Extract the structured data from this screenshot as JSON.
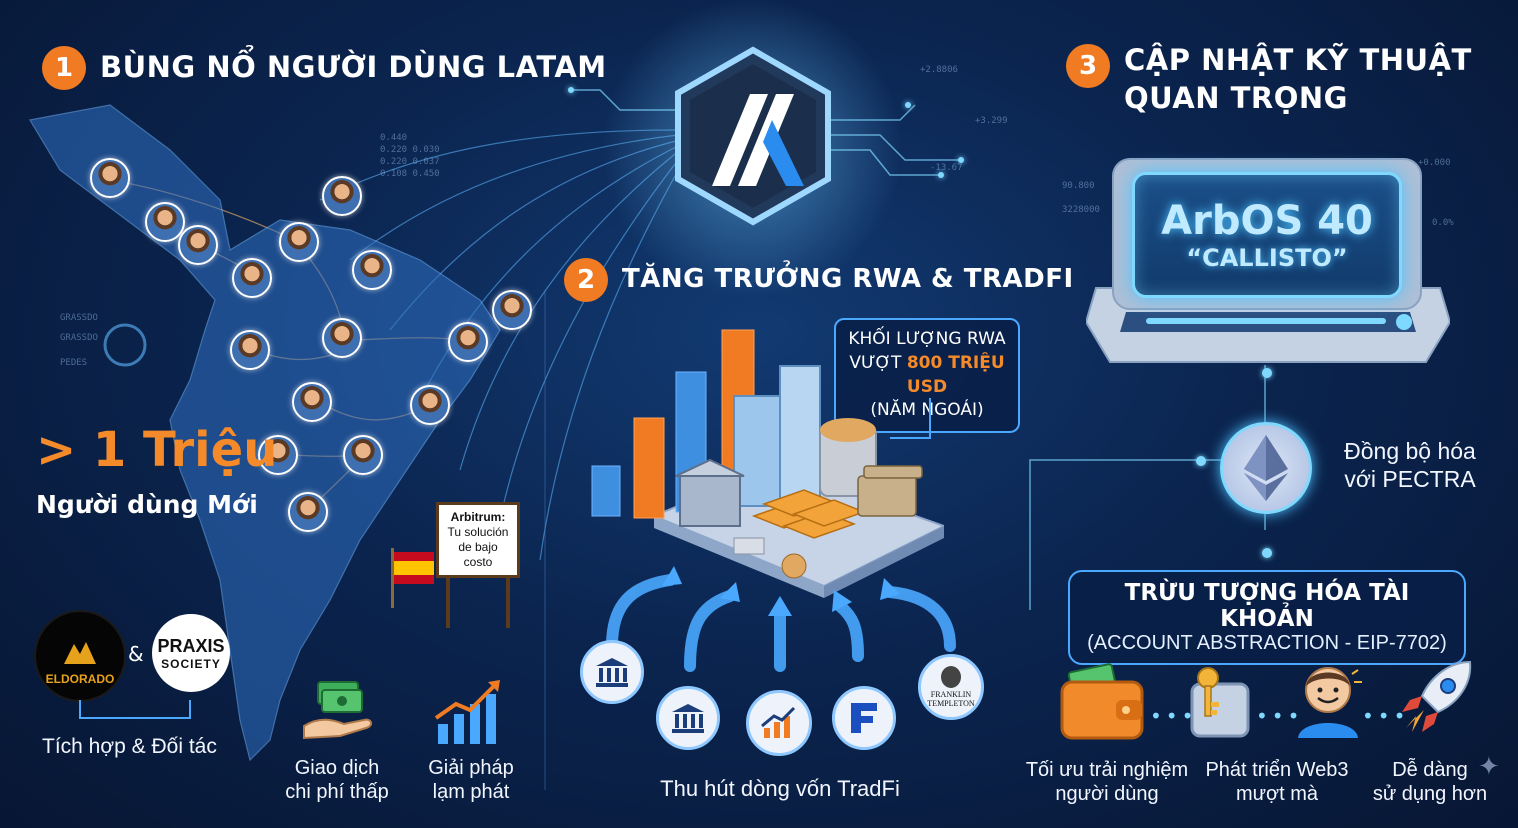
{
  "section1": {
    "number": "1",
    "title": "BÙNG NỔ NGƯỜI DÙNG LATAM",
    "big_stat": "> 1 Triệu",
    "stat_caption": "Người dùng Mới",
    "partner_1": "ELDORADO",
    "amp": "&",
    "partner_2_line1": "PRAXIS",
    "partner_2_line2": "SOCIETY",
    "partners_caption": "Tích hợp & Đối tác",
    "sign_text_1": "Arbitrum:",
    "sign_text_2": "Tu solución",
    "sign_text_3": "de bajo costo",
    "feature_1_line1": "Giao dịch",
    "feature_1_line2": "chi phí thấp",
    "feature_2_line1": "Giải pháp",
    "feature_2_line2": "lạm phát"
  },
  "section2": {
    "number": "2",
    "title": "TĂNG TRƯỞNG RWA & TRADFI",
    "rwa_line1": "KHỐI LƯỢNG RWA",
    "rwa_line2_prefix": "VƯỢT ",
    "rwa_line2_highlight": "800 TRIỆU USD",
    "rwa_line3": "(NĂM NGOÁI)",
    "franklin_line1": "FRANKLIN",
    "franklin_line2": "TEMPLETON",
    "caption": "Thu hút dòng vốn TradFi"
  },
  "section3": {
    "number": "3",
    "title_line1": "CẬP NHẬT KỸ THUẬT",
    "title_line2": "QUAN TRỌNG",
    "arbos_name": "ArbOS 40",
    "arbos_codename": "“CALLISTO”",
    "sync_line1": "Đồng bộ hóa",
    "sync_line2": "với PECTRA",
    "aa_title": "TRỪU TƯỢNG HÓA TÀI KHOẢN",
    "aa_subtitle": "(ACCOUNT ABSTRACTION - EIP-7702)",
    "benefit_1_line1": "Tối ưu trải nghiệm",
    "benefit_1_line2": "người dùng",
    "benefit_2_line1": "Phát triển Web3",
    "benefit_2_line2": "mượt mà",
    "benefit_3_line1": "Dễ dàng",
    "benefit_3_line2": "sử dụng hơn"
  },
  "colors": {
    "accent_orange": "#f07b22",
    "stat_orange": "#f48a2a",
    "glow_cyan": "#7fd9ff",
    "border_blue": "#4aa8ff",
    "background": "#0b2550"
  },
  "icons": {
    "arbitrum": "arbitrum-logo-icon",
    "ethereum": "ethereum-icon",
    "bank": "bank-icon",
    "chart": "growth-chart-icon",
    "wallet": "wallet-icon",
    "key": "key-icon",
    "rocket": "rocket-icon"
  }
}
